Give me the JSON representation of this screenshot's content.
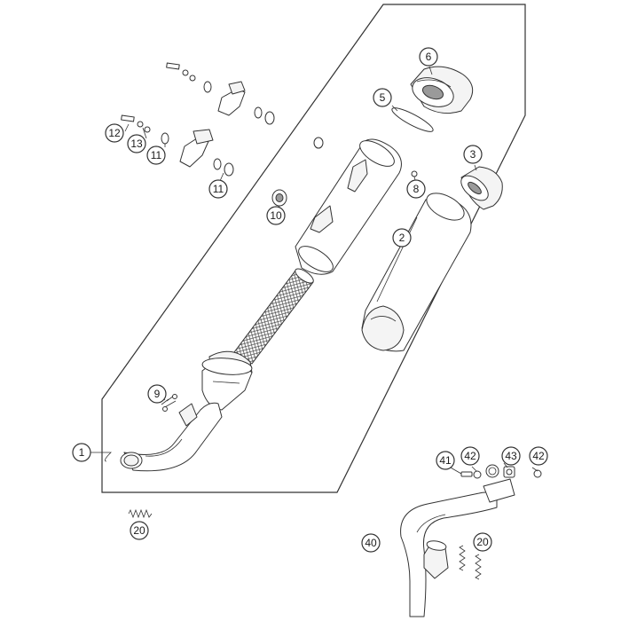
{
  "callouts": [
    {
      "id": "c1",
      "label": "1"
    },
    {
      "id": "c2",
      "label": "2"
    },
    {
      "id": "c3",
      "label": "3"
    },
    {
      "id": "c5",
      "label": "5"
    },
    {
      "id": "c6",
      "label": "6"
    },
    {
      "id": "c8",
      "label": "8"
    },
    {
      "id": "c9",
      "label": "9"
    },
    {
      "id": "c10",
      "label": "10"
    },
    {
      "id": "c11a",
      "label": "11"
    },
    {
      "id": "c11b",
      "label": "11"
    },
    {
      "id": "c12",
      "label": "12"
    },
    {
      "id": "c13",
      "label": "13"
    },
    {
      "id": "c20a",
      "label": "20"
    },
    {
      "id": "c20b",
      "label": "20"
    },
    {
      "id": "c40",
      "label": "40"
    },
    {
      "id": "c41",
      "label": "41"
    },
    {
      "id": "c42a",
      "label": "42"
    },
    {
      "id": "c43",
      "label": "43"
    },
    {
      "id": "c42b",
      "label": "42"
    }
  ]
}
